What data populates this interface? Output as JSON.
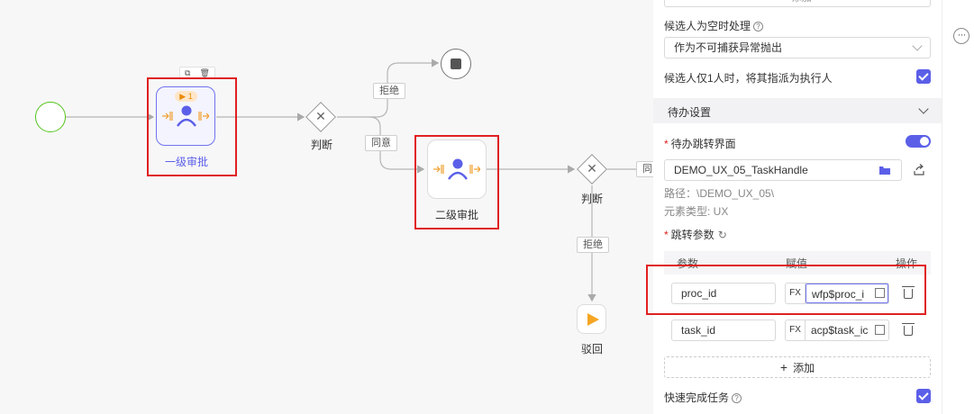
{
  "canvas": {
    "node1_label": "一级审批",
    "node1_badge": "▶ 1",
    "node2_label": "二级审批",
    "gateway1_label": "判断",
    "gateway2_label": "判断",
    "edge_reject_1": "拒绝",
    "edge_agree_1": "同意",
    "edge_reject_2": "拒绝",
    "edge_cut_label": "同",
    "reject_node_label": "驳回"
  },
  "panel": {
    "top_stub": "+ 添加",
    "candidate_empty_label": "候选人为空时处理",
    "candidate_empty_value": "作为不可捕获异常抛出",
    "single_candidate_label": "候选人仅1人时，将其指派为执行人",
    "todo_section_title": "待办设置",
    "todo_page_label": "待办跳转界面",
    "todo_page_value": "DEMO_UX_05_TaskHandle",
    "path_label": "路径：\\DEMO_UX_05\\",
    "element_type_label": "元素类型: UX",
    "params_label": "跳转参数",
    "col_param": "参数",
    "col_value": "赋值",
    "col_action": "操作",
    "rows": [
      {
        "param": "proc_id",
        "fx": "FX",
        "value": "wfp$proc_i"
      },
      {
        "param": "task_id",
        "fx": "FX",
        "value": "acp$task_ic"
      }
    ],
    "add_label": "添加",
    "quick_complete_label": "快速完成任务"
  },
  "colors": {
    "accent": "#5b5fe8",
    "highlight": "#e02020",
    "start": "#52c41a"
  }
}
